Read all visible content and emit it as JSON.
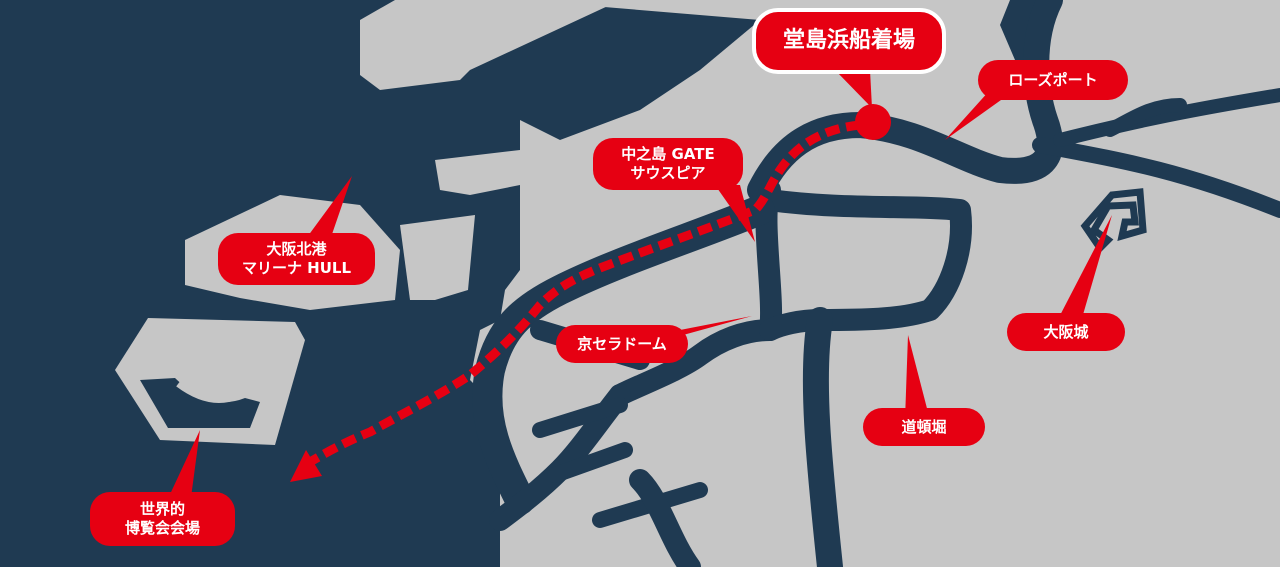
{
  "colors": {
    "water": "#1f3a52",
    "land": "#c6c6c6",
    "accent": "#e60012",
    "text": "#ffffff"
  },
  "labels": {
    "dojima": "堂島浜船着場",
    "roseport": "ローズポート",
    "nakanoshima": "中之島 GATE\nサウスピア",
    "osaka_hokko": "大阪北港\nマリーナ HULL",
    "kyocera": "京セラドーム",
    "osaka_castle": "大阪城",
    "dotonbori": "道頓堀",
    "expo": "世界的\n博覧会会場"
  }
}
